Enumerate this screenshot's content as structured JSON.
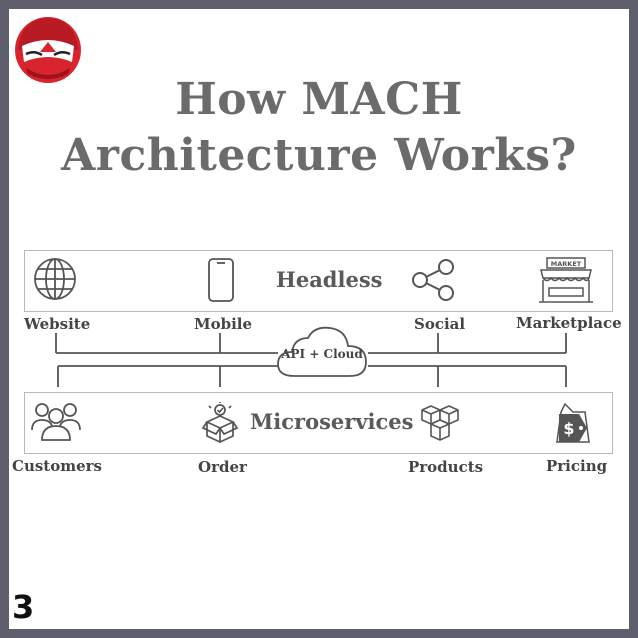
{
  "title": {
    "line1": "How MACH",
    "line2": "Architecture Works?"
  },
  "headless": {
    "label": "Headless",
    "items": [
      {
        "label": "Website",
        "icon": "globe-icon"
      },
      {
        "label": "Mobile",
        "icon": "smartphone-icon"
      },
      {
        "label": "Social",
        "icon": "share-icon"
      },
      {
        "label": "Marketplace",
        "icon": "market-stall-icon"
      }
    ]
  },
  "hub": {
    "label": "API + Cloud",
    "icon": "cloud-icon"
  },
  "microservices": {
    "label": "Microservices",
    "items": [
      {
        "label": "Customers",
        "icon": "users-group-icon"
      },
      {
        "label": "Order",
        "icon": "order-box-icon"
      },
      {
        "label": "Products",
        "icon": "stacked-boxes-icon"
      },
      {
        "label": "Pricing",
        "icon": "price-tag-icon"
      }
    ]
  },
  "page_number": "3",
  "market_sign": "MARKET",
  "price_symbol": "$",
  "colors": {
    "frame": "#5f5e6c",
    "title": "#6b6b6b",
    "logo_red": "#d8242f",
    "icon_stroke": "#555555"
  }
}
